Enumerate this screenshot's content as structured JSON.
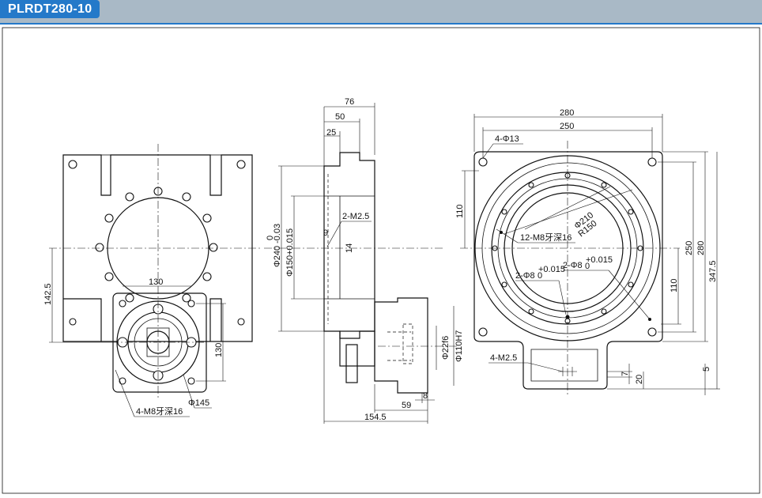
{
  "title": "PLRDT280-10",
  "front": {
    "dim_142_5": "142.5",
    "dim_130_h": "130",
    "dim_130_v": "130",
    "phi145": "Φ145",
    "tap_4_m8": "4-M8牙深16"
  },
  "side": {
    "d76": "76",
    "d50": "50",
    "d25": "25",
    "d9": "9",
    "d14": "14",
    "m2_5": "2-M2.5",
    "phi240": "Φ240",
    "phi240_upper": "0",
    "phi240_lower": "-0.03",
    "phi150": "Φ150+0.015",
    "phi22": "Φ22f6",
    "phi110": "Φ110H7",
    "d8": "8",
    "d59": "59",
    "d154_5": "154.5"
  },
  "top": {
    "d280": "280",
    "d250": "250",
    "holes4": "4-Φ13",
    "d110_left": "110",
    "d110_right": "110",
    "d250_v": "250",
    "d280_v": "280",
    "d347_5": "347.5",
    "phi210": "Φ210",
    "r150": "R150",
    "tap12": "12-M8牙深16",
    "pin_left": "2-Φ8",
    "pin_right": "2-Φ8",
    "pin_tol_up": "+0.015",
    "pin_tol_lo": "0",
    "m2_5": "4-M2.5",
    "d7": "7",
    "d20": "20",
    "d5": "5"
  }
}
